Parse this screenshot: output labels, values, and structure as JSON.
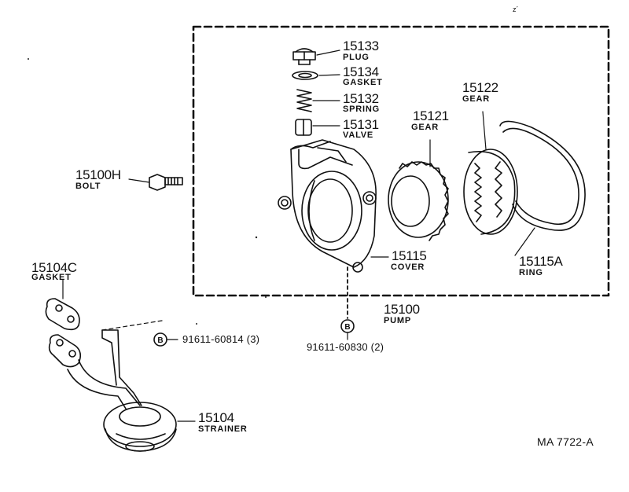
{
  "callouts": {
    "plug": {
      "number": "15133",
      "name": "PLUG"
    },
    "gasket": {
      "number": "15134",
      "name": "GASKET"
    },
    "spring": {
      "number": "15132",
      "name": "SPRING"
    },
    "valve": {
      "number": "15131",
      "name": "VALVE"
    },
    "gear_drive": {
      "number": "15122",
      "name": "GEAR"
    },
    "gear_driven": {
      "number": "15121",
      "name": "GEAR"
    },
    "bolt": {
      "number": "15100H",
      "name": "BOLT"
    },
    "gasket_c": {
      "number": "15104C",
      "name": "GASKET"
    },
    "cover": {
      "number": "15115",
      "name": "COVER"
    },
    "ring": {
      "number": "15115A",
      "name": "RING"
    },
    "pump": {
      "number": "15100",
      "name": "PUMP"
    },
    "strainer": {
      "number": "15104",
      "name": "STRAINER"
    }
  },
  "fasteners": {
    "left": {
      "marker": "B",
      "part": "91611-60814 (3)"
    },
    "lower": {
      "marker": "B",
      "part": "91611-60830 (2)"
    }
  },
  "diagram_code": "MA 7722-A",
  "stray_mark": "z´"
}
